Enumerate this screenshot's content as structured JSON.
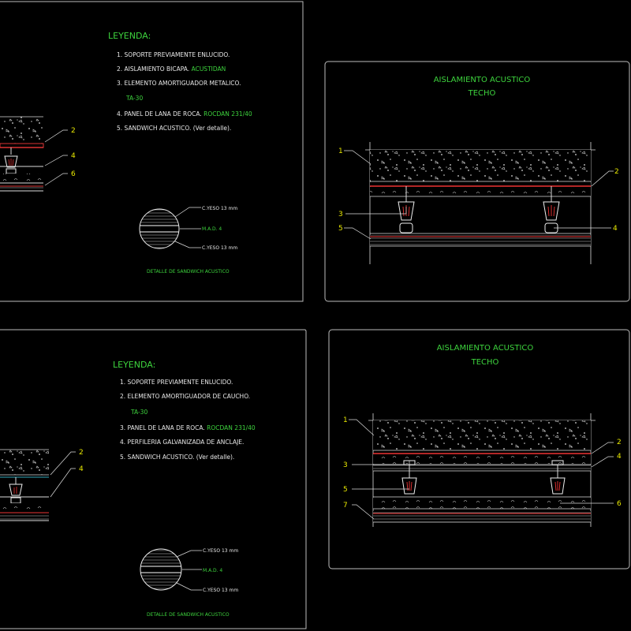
{
  "panel_a": {
    "legend_title": "LEYENDA:",
    "items": [
      {
        "num": "1.",
        "text": "SOPORTE PREVIAMENTE ENLUCIDO.",
        "extra": ""
      },
      {
        "num": "2.",
        "text": "AISLAMIENTO BICAPA.",
        "extra": "ACUSTIDAN"
      },
      {
        "num": "3.",
        "text": "ELEMENTO AMORTIGUADOR   METALICO.",
        "extra": ""
      },
      {
        "num": "",
        "text": "",
        "extra": "TA-30"
      },
      {
        "num": "4.",
        "text": "PANEL DE LANA DE ROCA.",
        "extra": "ROCDAN 231/40"
      },
      {
        "num": "5.",
        "text": "SANDWICH ACUSTICO. (Ver detalle).",
        "extra": ""
      }
    ],
    "detail": {
      "top_label": "C.YESO 13 mm",
      "mid_label": "M.A.D. 4",
      "bot_label": "C.YESO 13 mm",
      "caption": "DETALLE DE SANDWICH ACUSTICO"
    },
    "callouts": [
      "2",
      "4",
      "6"
    ]
  },
  "panel_b": {
    "title_line1": "AISLAMIENTO ACUSTICO",
    "title_line2": "TECHO",
    "callouts_left": [
      "1",
      "3",
      "5"
    ],
    "callouts_right": [
      "2",
      "4"
    ]
  },
  "panel_c": {
    "legend_title": "LEYENDA:",
    "items": [
      {
        "num": "1.",
        "text": "SOPORTE PREVIAMENTE ENLUCIDO.",
        "extra": ""
      },
      {
        "num": "2.",
        "text": "ELEMENTO AMORTIGUADOR DE CAUCHO.",
        "extra": ""
      },
      {
        "num": "",
        "text": "",
        "extra": "TA-30"
      },
      {
        "num": "3.",
        "text": "PANEL DE LANA DE ROCA.",
        "extra": "ROCDAN 231/40"
      },
      {
        "num": "4.",
        "text": "PERFILERIA GALVANIZADA DE ANCLAJE.",
        "extra": ""
      },
      {
        "num": "5.",
        "text": "SANDWICH ACUSTICO. (Ver detalle).",
        "extra": ""
      }
    ],
    "detail": {
      "top_label": "C.YESO 13 mm",
      "mid_label": "M.A.D. 4",
      "bot_label": "C.YESO 13 mm",
      "caption": "DETALLE DE SANDWICH ACUSTICO"
    },
    "callouts": [
      "2",
      "4"
    ]
  },
  "panel_d": {
    "title_line1": "AISLAMIENTO ACUSTICO",
    "title_line2": "TECHO",
    "callouts_left": [
      "1",
      "3",
      "5",
      "7"
    ],
    "callouts_right": [
      "2",
      "4",
      "6"
    ]
  }
}
